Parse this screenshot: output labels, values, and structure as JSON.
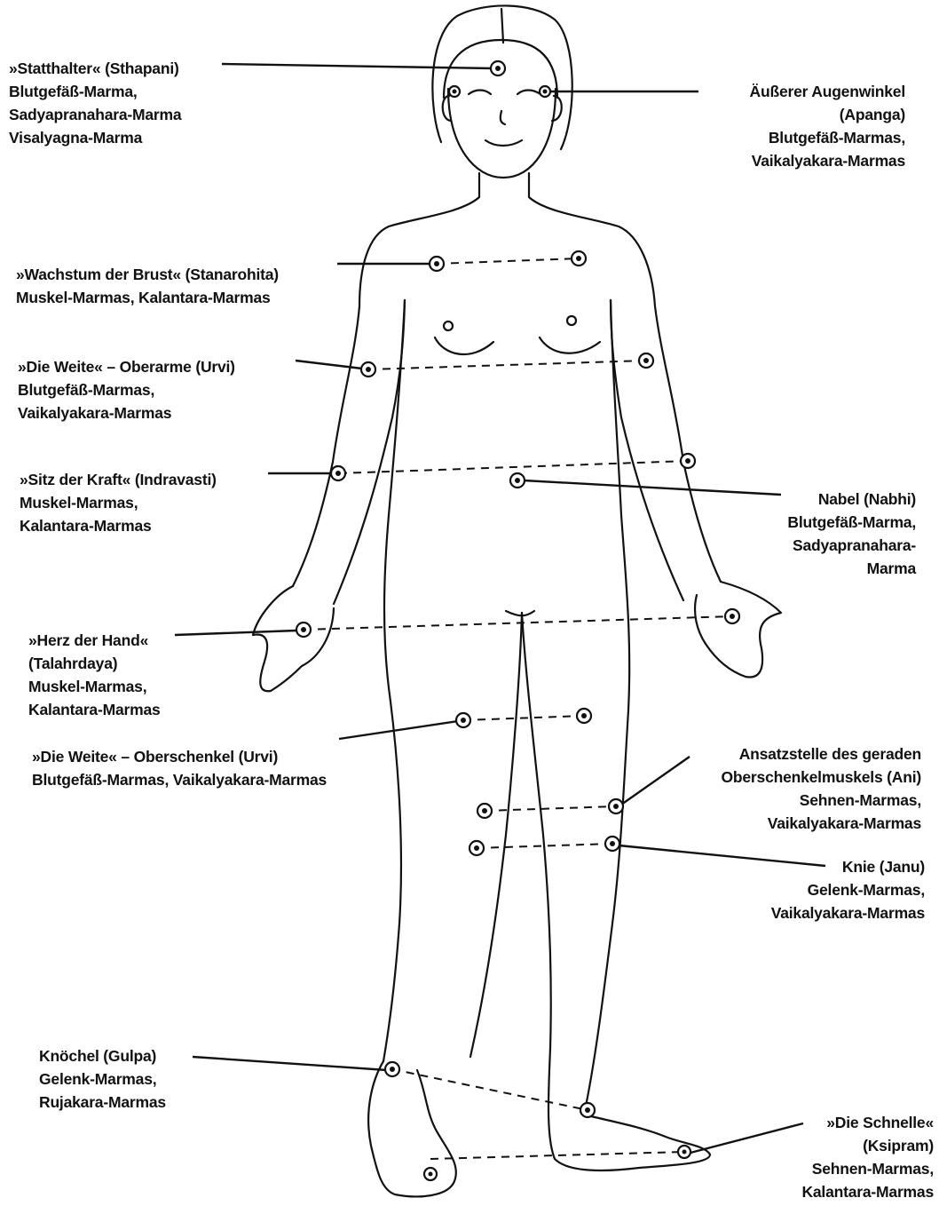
{
  "labels": {
    "sthapani": [
      "»Statthalter« (Sthapani)",
      "Blutgefäß-Marma,",
      "Sadyapranahara-Marma",
      "Visalyagna-Marma"
    ],
    "apanga": [
      "Äußerer Augenwinkel",
      "(Apanga)",
      "Blutgefäß-Marmas,",
      "Vaikalyakara-Marmas"
    ],
    "stanarohita": [
      "»Wachstum der Brust« (Stanarohita)",
      "Muskel-Marmas, Kalantara-Marmas"
    ],
    "urvi_arm": [
      "»Die Weite« – Oberarme (Urvi)",
      "Blutgefäß-Marmas,",
      "Vaikalyakara-Marmas"
    ],
    "indravasti": [
      "»Sitz der Kraft« (Indravasti)",
      "Muskel-Marmas,",
      "Kalantara-Marmas"
    ],
    "nabhi": [
      "Nabel (Nabhi)",
      "Blutgefäß-Marma,",
      "Sadyapranahara-",
      "Marma"
    ],
    "talahrdaya": [
      "»Herz der Hand«",
      "(Talahrdaya)",
      "Muskel-Marmas,",
      "Kalantara-Marmas"
    ],
    "urvi_leg": [
      "»Die Weite« – Oberschenkel (Urvi)",
      "Blutgefäß-Marmas, Vaikalyakara-Marmas"
    ],
    "ani": [
      "Ansatzstelle des geraden",
      "Oberschenkelmuskels (Ani)",
      "Sehnen-Marmas,",
      "Vaikalyakara-Marmas"
    ],
    "janu": [
      "Knie (Janu)",
      "Gelenk-Marmas,",
      "Vaikalyakara-Marmas"
    ],
    "gulpa": [
      "Knöchel (Gulpa)",
      "Gelenk-Marmas,",
      "Rujakara-Marmas"
    ],
    "ksipram": [
      "»Die Schnelle«",
      "(Ksipram)",
      "Sehnen-Marmas,",
      "Kalantara-Marmas"
    ]
  },
  "colors": {
    "ink": "#111111",
    "paper": "#ffffff"
  }
}
